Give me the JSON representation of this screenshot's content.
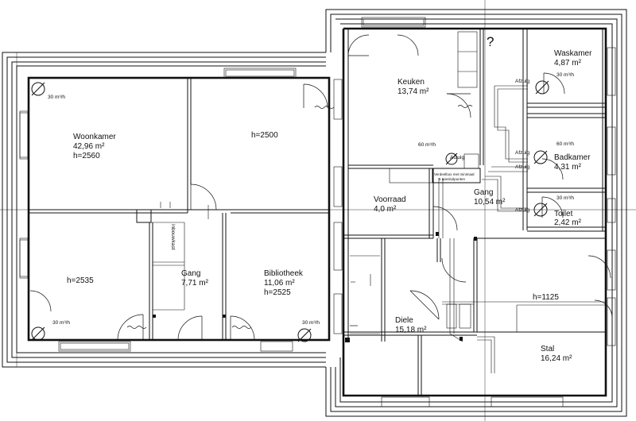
{
  "rooms": {
    "woonkamer": {
      "name": "Woonkamer",
      "area": "42,96 m²",
      "height": "h=2560"
    },
    "woonkamer_back": {
      "height": "h=2535"
    },
    "front_left": {
      "height": "h=2500"
    },
    "keuken": {
      "name": "Keuken",
      "area": "13,74 m²"
    },
    "waskamer": {
      "name": "Waskamer",
      "area": "4,87 m²"
    },
    "badkamer": {
      "name": "Badkamer",
      "area": "4,31 m²"
    },
    "toilet": {
      "name": "Toilet",
      "area": "2,42 m²"
    },
    "voorraad": {
      "name": "Voorraad",
      "area": "4,0 m²"
    },
    "gang_right": {
      "name": "Gang",
      "area": "10,54 m²"
    },
    "gang_left": {
      "name": "Gang",
      "area": "7,71 m²"
    },
    "bibliotheek": {
      "name": "Bibliotheek",
      "area": "11,06 m²",
      "height": "h=2525"
    },
    "diele": {
      "name": "Diele",
      "area": "15,18 m²"
    },
    "stal": {
      "name": "Stal",
      "area": "16,24 m²"
    },
    "stal_mezz": {
      "height": "h=1125"
    }
  },
  "vents": {
    "woonkamer_top": "30 m³/h",
    "woonkamer_bottom": "30 m³/h",
    "bibliotheek": "30 m³/h",
    "keuken": "60 m³/h",
    "waskamer": "30 m³/h",
    "badkamer": "60 m³/h",
    "toilet": "30 m³/h"
  },
  "labels": {
    "afzuig": "Afzuig",
    "inbouwkast": "inbouwkast",
    "verdeelbox_1": "Verdeelbox met minimaal",
    "verdeelbox_2": "6 aansluitpunten",
    "question": "?"
  }
}
